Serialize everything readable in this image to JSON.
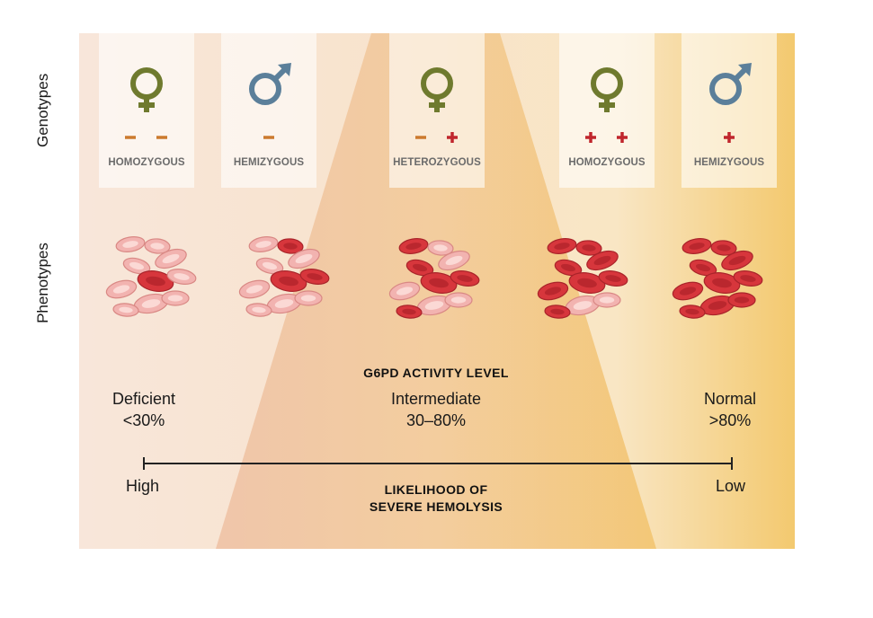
{
  "axis_labels": {
    "genotypes": "Genotypes",
    "phenotypes": "Phenotypes"
  },
  "genotype_cards": [
    {
      "sex": "female",
      "symbols": [
        "minus",
        "minus"
      ],
      "label": "HOMOZYGOUS"
    },
    {
      "sex": "male",
      "symbols": [
        "minus"
      ],
      "label": "HEMIZYGOUS"
    },
    {
      "sex": "female",
      "symbols": [
        "minus",
        "plus"
      ],
      "label": "HETEROZYGOUS"
    },
    {
      "sex": "female",
      "symbols": [
        "plus",
        "plus"
      ],
      "label": "HOMOZYGOUS"
    },
    {
      "sex": "male",
      "symbols": [
        "plus"
      ],
      "label": "HEMIZYGOUS"
    }
  ],
  "activity": {
    "title": "G6PD ACTIVITY LEVEL",
    "levels": [
      {
        "name": "Deficient",
        "range": "<30%"
      },
      {
        "name": "Intermediate",
        "range": "30–80%"
      },
      {
        "name": "Normal",
        "range": ">80%"
      }
    ]
  },
  "hemolysis": {
    "title_line1": "LIKELIHOOD OF",
    "title_line2": "SEVERE HEMOLYSIS",
    "high": "High",
    "low": "Low"
  },
  "colors": {
    "female_symbol": "#6f7a2e",
    "male_symbol": "#5b7f9a",
    "minus_sign": "#cc7a2e",
    "plus_sign": "#c0262d",
    "cell_deficient": "#f2b3b0",
    "cell_normal": "#d7363c",
    "panel_light": "#f7e3d4",
    "panel_gold": "#f3cb72"
  }
}
